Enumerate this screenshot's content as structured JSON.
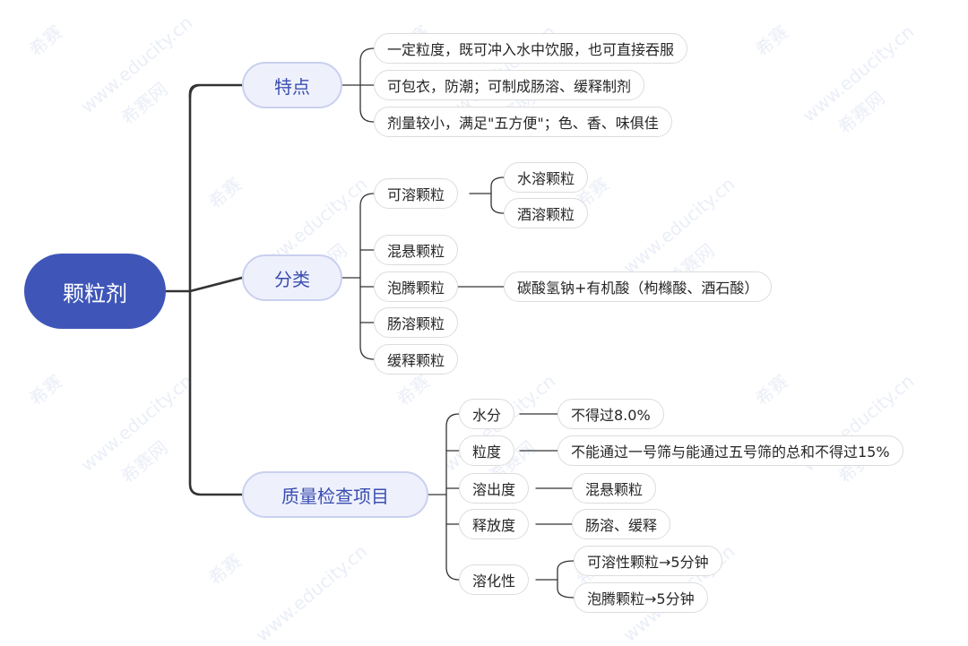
{
  "root": {
    "label": "颗粒剂"
  },
  "features": {
    "label": "特点",
    "items": [
      "一定粒度，既可冲入水中饮服，也可直接吞服",
      "可包衣，防潮；可制成肠溶、缓释制剂",
      "剂量较小，满足\"五方便\"；色、香、味俱佳"
    ]
  },
  "classification": {
    "label": "分类",
    "soluble": {
      "label": "可溶颗粒",
      "children": [
        "水溶颗粒",
        "酒溶颗粒"
      ]
    },
    "suspension": "混悬颗粒",
    "effervescent": {
      "label": "泡腾颗粒",
      "detail": "碳酸氢钠+有机酸（枸橼酸、酒石酸）"
    },
    "enteric": "肠溶颗粒",
    "sustained": "缓释颗粒"
  },
  "quality": {
    "label": "质量检查项目",
    "moisture": {
      "label": "水分",
      "detail": "不得过8.0%"
    },
    "granularity": {
      "label": "粒度",
      "detail": "不能通过一号筛与能通过五号筛的总和不得过15%"
    },
    "dissolution": {
      "label": "溶出度",
      "detail": "混悬颗粒"
    },
    "release": {
      "label": "释放度",
      "detail": "肠溶、缓释"
    },
    "disintegration": {
      "label": "溶化性",
      "children": [
        "可溶性颗粒→5分钟",
        "泡腾颗粒→5分钟"
      ]
    }
  },
  "watermark": {
    "logo": "希赛",
    "url": "www.educity.cn",
    "cn": "希赛网"
  },
  "colors": {
    "root": "#3f56b8",
    "branch_line": "#333333",
    "level1_fill": "#eef1fc",
    "level1_border": "#c9d0ef"
  }
}
